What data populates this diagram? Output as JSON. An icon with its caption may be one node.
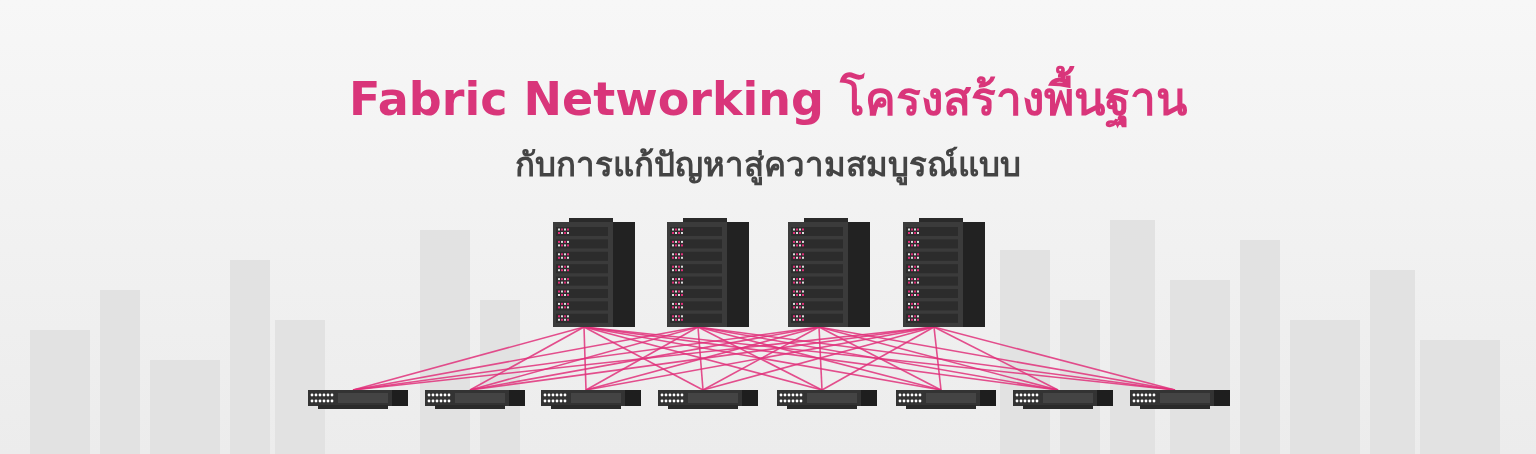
{
  "diagram": {
    "title": "Fabric Networking โครงสร้างพื้นฐาน",
    "nodes": [
      {
        "text": [],
        "shape": "picture"
      },
      {
        "text": [],
        "shape": "picture"
      },
      {
        "text": [],
        "shape": "picture"
      },
      {
        "text": [],
        "shape": "picture"
      },
      {
        "text": [],
        "shape": "picture"
      },
      {
        "text": [],
        "shape": "picture"
      },
      {
        "text": [],
        "shape": "picture"
      },
      {
        "text": [],
        "shape": "picture"
      },
      {
        "text": [],
        "shape": "picture"
      },
      {
        "text": [],
        "shape": "picture"
      },
      {
        "text": [],
        "shape": "picture"
      },
      {
        "text": [],
        "shape": "picture"
      }
    ],
    "edges": [
      {
        "from": 0,
        "to": 4,
        "arrow": "none"
      },
      {
        "from": 0,
        "to": 5,
        "arrow": "none"
      },
      {
        "from": 0,
        "to": 6,
        "arrow": "none"
      },
      {
        "from": 0,
        "to": 7,
        "arrow": "none"
      },
      {
        "from": 0,
        "to": 8,
        "arrow": "none"
      },
      {
        "from": 0,
        "to": 9,
        "arrow": "none"
      },
      {
        "from": 0,
        "to": 10,
        "arrow": "none"
      },
      {
        "from": 0,
        "to": 11,
        "arrow": "none"
      },
      {
        "from": 1,
        "to": 4,
        "arrow": "none"
      },
      {
        "from": 1,
        "to": 5,
        "arrow": "none"
      },
      {
        "from": 1,
        "to": 6,
        "arrow": "none"
      },
      {
        "from": 1,
        "to": 7,
        "arrow": "none"
      },
      {
        "from": 1,
        "to": 8,
        "arrow": "none"
      },
      {
        "from": 1,
        "to": 9,
        "arrow": "none"
      },
      {
        "from": 1,
        "to": 10,
        "arrow": "none"
      },
      {
        "from": 1,
        "to": 11,
        "arrow": "none"
      },
      {
        "from": 2,
        "to": 4,
        "arrow": "none"
      },
      {
        "from": 2,
        "to": 5,
        "arrow": "none"
      },
      {
        "from": 2,
        "to": 6,
        "arrow": "none"
      },
      {
        "from": 2,
        "to": 7,
        "arrow": "none"
      },
      {
        "from": 2,
        "to": 8,
        "arrow": "none"
      },
      {
        "from": 2,
        "to": 9,
        "arrow": "none"
      },
      {
        "from": 2,
        "to": 10,
        "arrow": "none"
      },
      {
        "from": 2,
        "to": 11,
        "arrow": "none"
      },
      {
        "from": 3,
        "to": 4,
        "arrow": "none"
      },
      {
        "from": 3,
        "to": 5,
        "arrow": "none"
      },
      {
        "from": 3,
        "to": 6,
        "arrow": "none"
      },
      {
        "from": 3,
        "to": 7,
        "arrow": "none"
      },
      {
        "from": 3,
        "to": 8,
        "arrow": "none"
      },
      {
        "from": 3,
        "to": 9,
        "arrow": "none"
      },
      {
        "from": 3,
        "to": 10,
        "arrow": "none"
      },
      {
        "from": 3,
        "to": 11,
        "arrow": "none"
      }
    ],
    "labels": [
      "กับการแก้ปัญหาสู่ความสมบูรณ์แบบ"
    ]
  }
}
